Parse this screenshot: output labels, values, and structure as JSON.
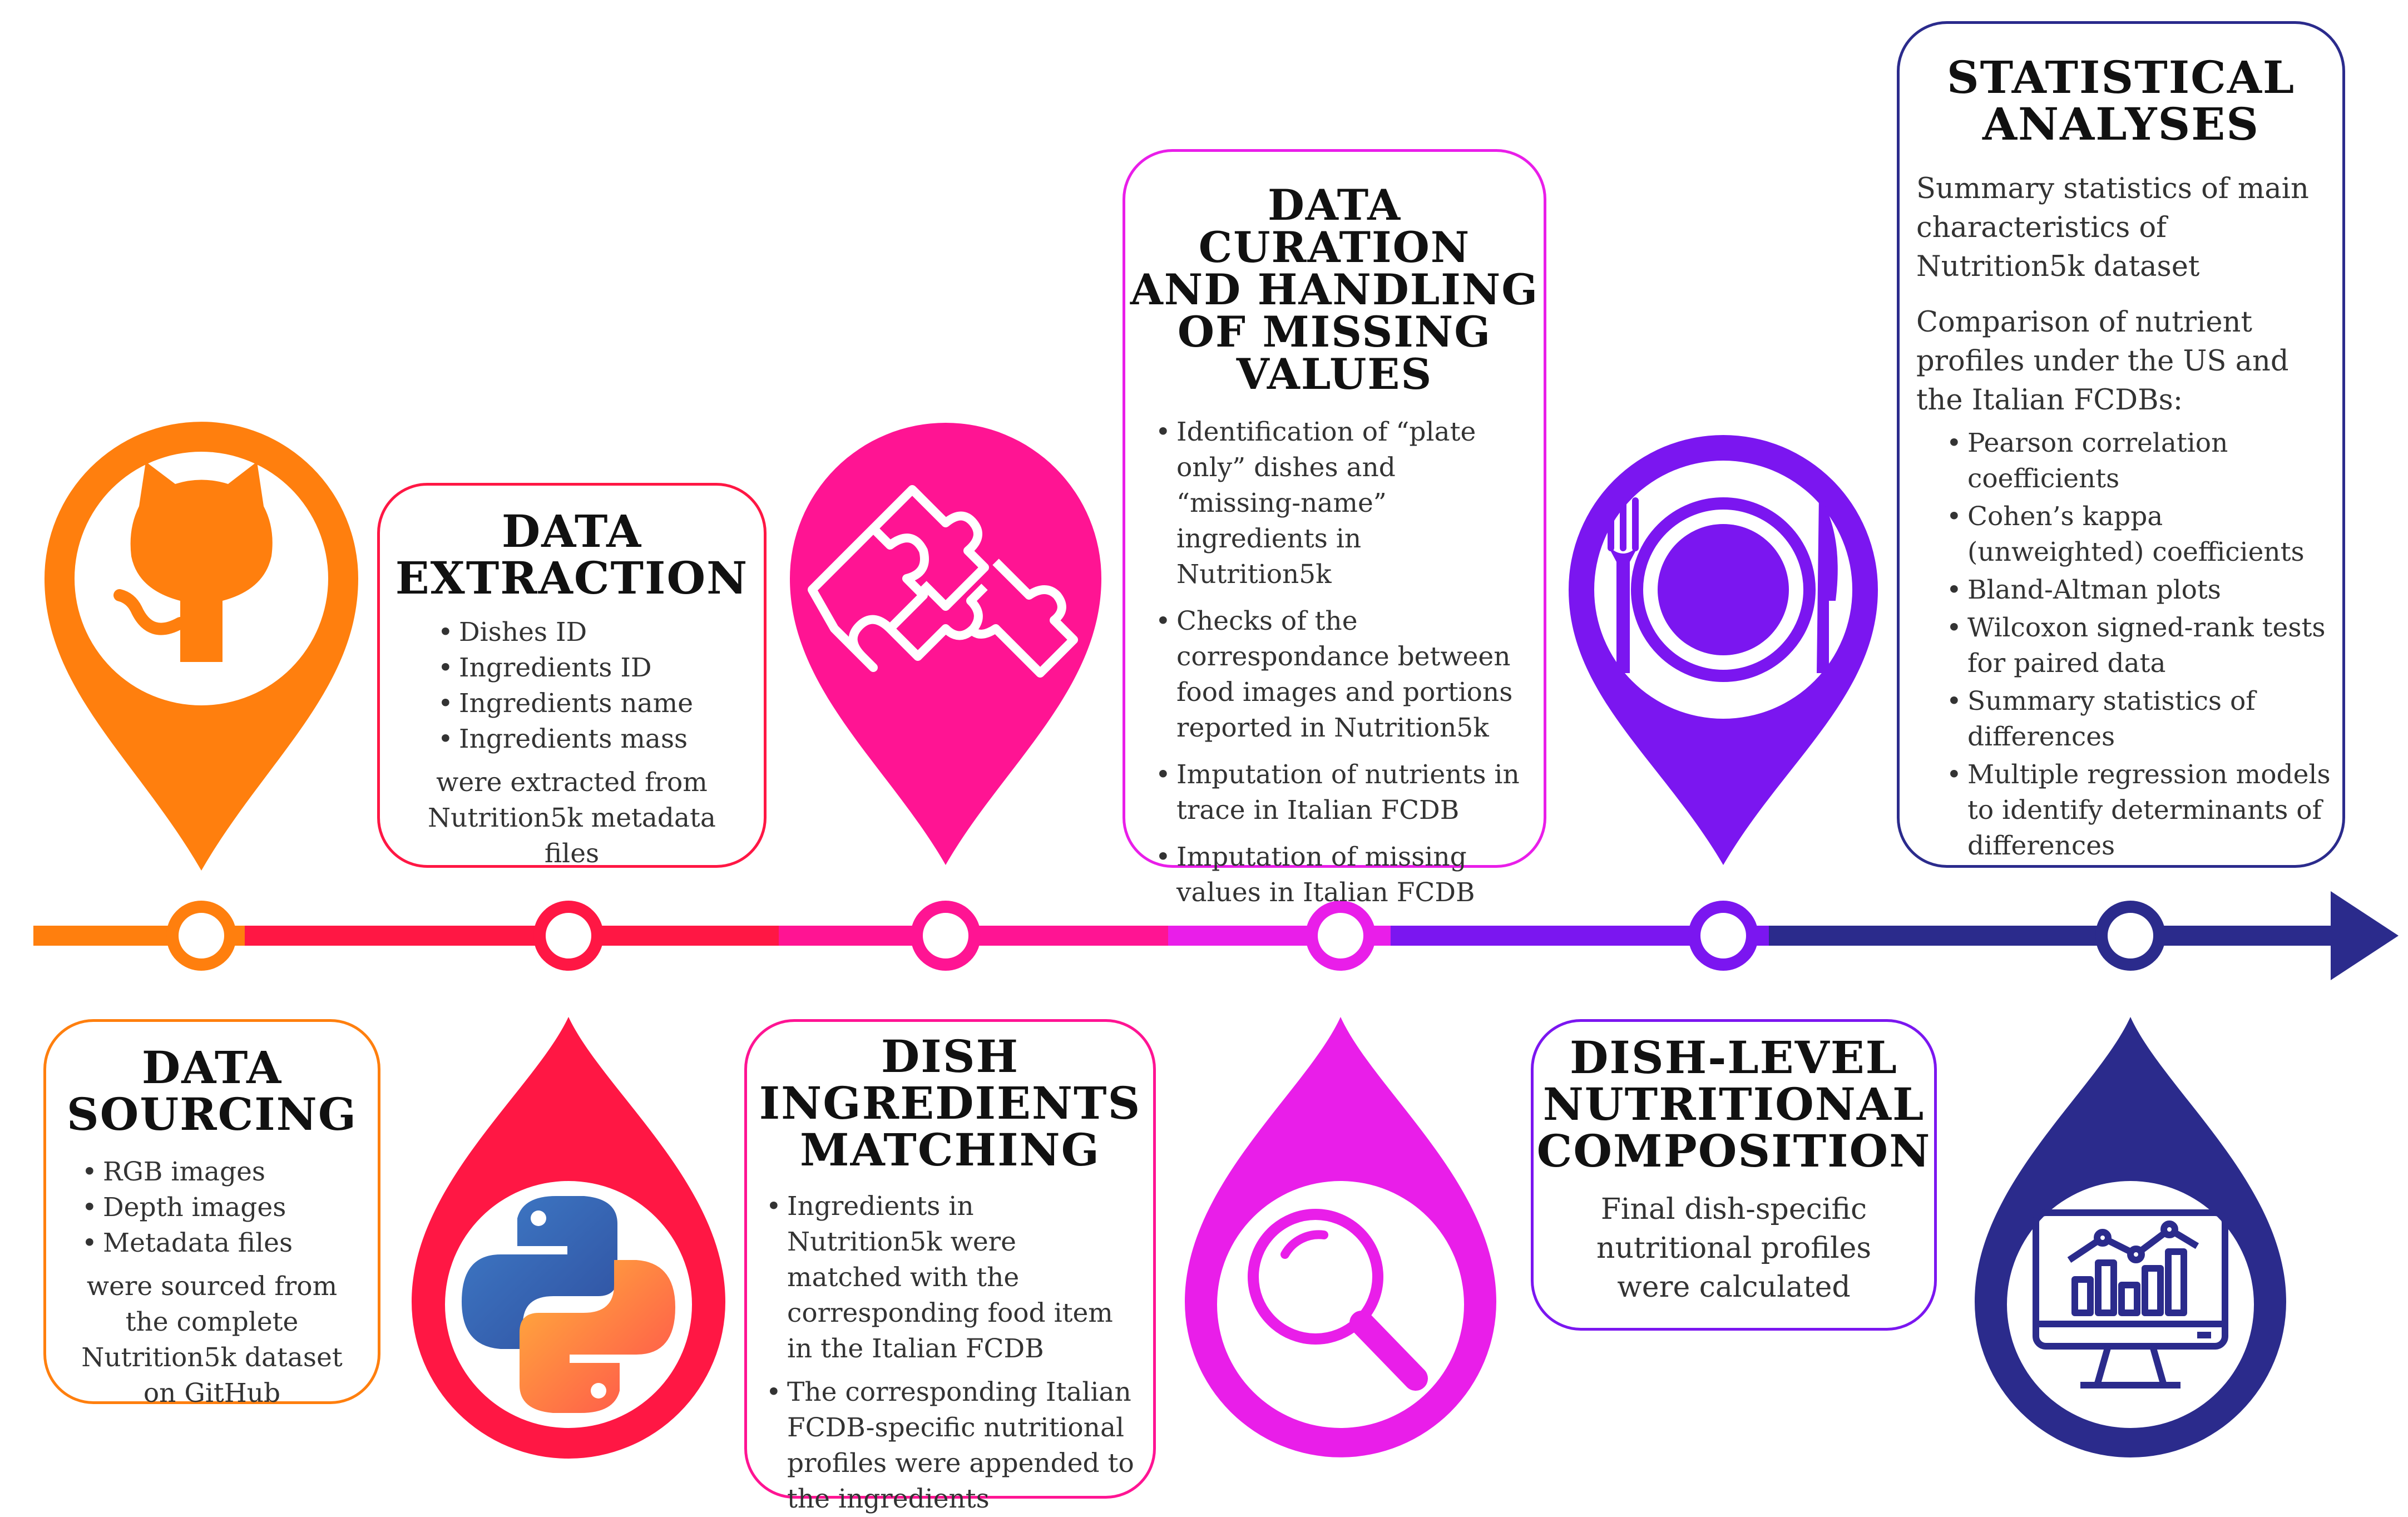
{
  "colors": {
    "orange": "#ff7f0e",
    "red": "#ff1744",
    "pink": "#ff1493",
    "magenta": "#e91ee9",
    "purple": "#7b16f0",
    "navy": "#2b2b8c"
  },
  "icons": [
    "github-icon",
    "python-icon",
    "puzzle-icon",
    "magnifier-icon",
    "plate-icon",
    "analytics-monitor-icon"
  ],
  "data_sourcing": {
    "title_line1": "DATA",
    "title_line2": "SOURCING",
    "items": [
      "RGB images",
      "Depth images",
      "Metadata files"
    ],
    "footer": "were sourced from the complete Nutrition5k dataset on GitHub"
  },
  "data_extraction": {
    "title_line1": "DATA",
    "title_line2": "EXTRACTION",
    "items": [
      "Dishes ID",
      "Ingredients ID",
      "Ingredients name",
      "Ingredients mass"
    ],
    "footer": "were extracted from Nutrition5k metadata files"
  },
  "dish_matching": {
    "title_line1": "DISH",
    "title_line2": "INGREDIENTS",
    "title_line3": "MATCHING",
    "items": [
      "Ingredients in Nutrition5k were matched with the corresponding food item in the Italian FCDB",
      "The corresponding Italian FCDB-specific nutritional profiles were appended to the ingredients"
    ]
  },
  "data_curation": {
    "title_line1": "DATA CURATION",
    "title_line2": "AND HANDLING",
    "title_line3": "OF MISSING",
    "title_line4": "VALUES",
    "items": [
      "Identification of “plate only” dishes and “missing-name” ingredients in Nutrition5k",
      "Checks of the correspondance between food images and portions reported in Nutrition5k",
      "Imputation of nutrients in trace in Italian FCDB",
      "Imputation of missing values in Italian FCDB"
    ]
  },
  "dish_level": {
    "title_line1": "DISH-LEVEL",
    "title_line2": "NUTRITIONAL",
    "title_line3": "COMPOSITION",
    "body": "Final dish-specific nutritional profiles were calculated"
  },
  "statistical": {
    "title_line1": "STATISTICAL",
    "title_line2": "ANALYSES",
    "para1": "Summary statistics of main characteristics of Nutrition5k dataset",
    "para2": "Comparison of nutrient profiles under the US and the Italian FCDBs:",
    "items": [
      "Pearson correlation coefficients",
      "Cohen’s kappa (unweighted) coefficients",
      "Bland-Altman plots",
      "Wilcoxon signed-rank tests for paired data",
      "Summary statistics of differences",
      "Multiple regression models to identify determinants of differences"
    ]
  }
}
